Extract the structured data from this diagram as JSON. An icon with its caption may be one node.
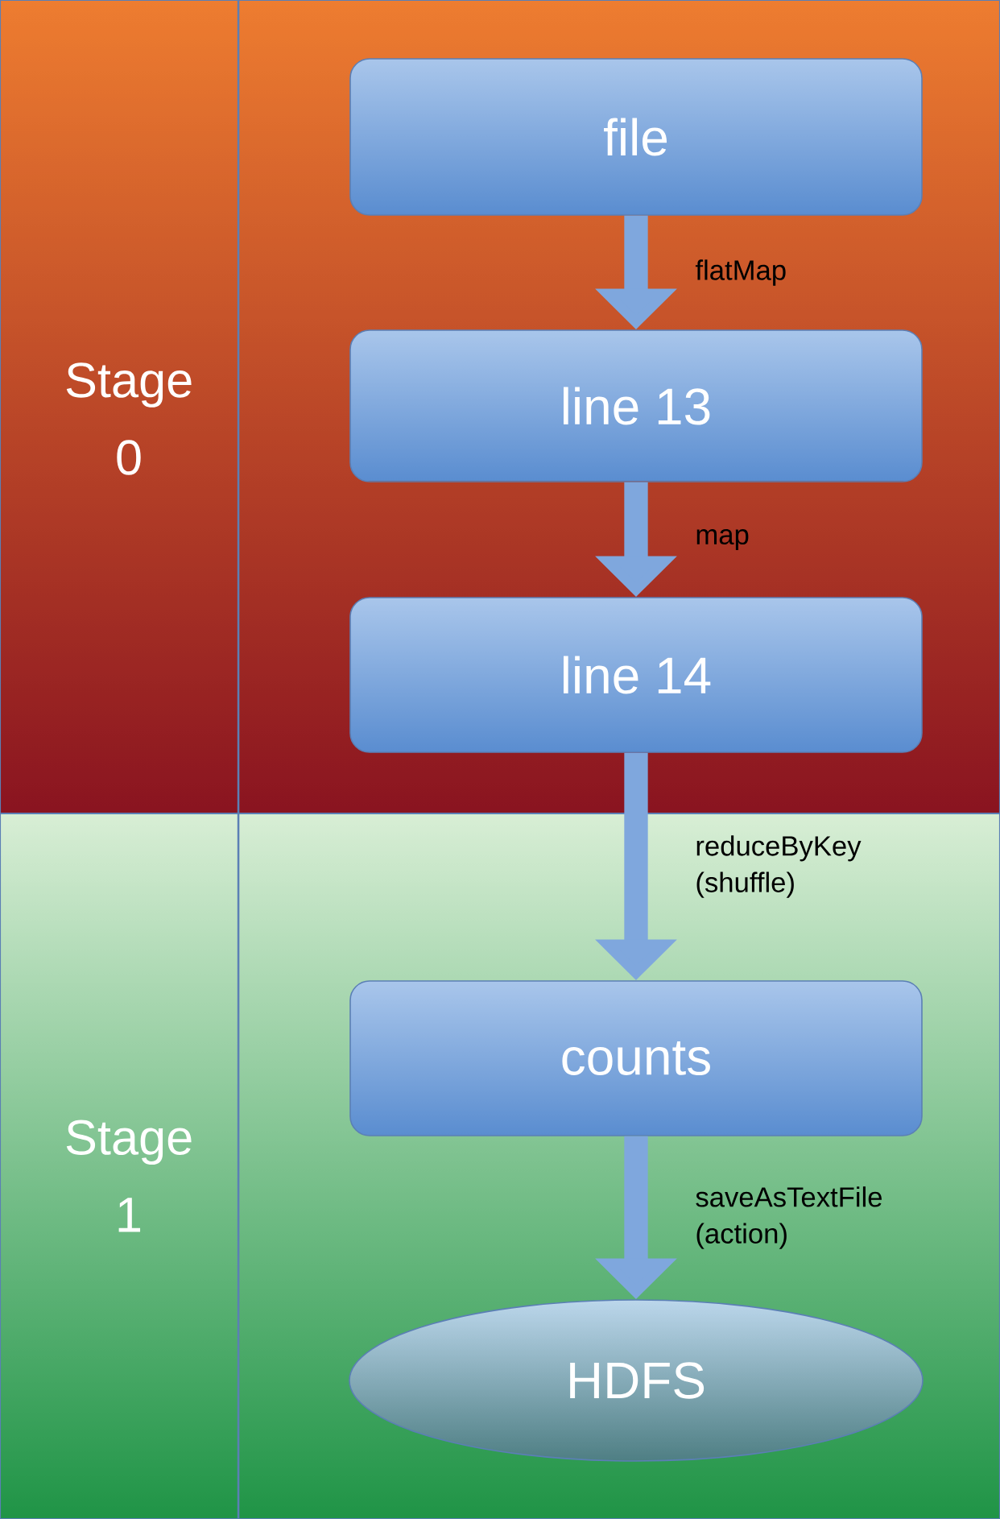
{
  "diagram": {
    "nodes": [
      {
        "text": [
          "Stage 0"
        ]
      },
      {
        "text": [
          "file"
        ],
        "in": 0
      },
      {
        "text": [
          "line 13"
        ],
        "in": 0
      },
      {
        "text": [
          "line 14"
        ],
        "in": 0
      },
      {
        "text": [
          "Stage 1"
        ]
      },
      {
        "text": [
          "counts"
        ],
        "in": 4
      },
      {
        "text": [
          "HDFS"
        ],
        "in": 4
      }
    ],
    "edges": [
      {
        "from": 1,
        "to": 2,
        "arrow": "to",
        "label": "flatMap"
      },
      {
        "from": 2,
        "to": 3,
        "arrow": "to",
        "label": "map"
      },
      {
        "from": 3,
        "to": 5,
        "arrow": "to",
        "label": "reduceByKey (shuffle)"
      },
      {
        "from": 5,
        "to": 6,
        "arrow": "to",
        "label": "saveAsTextFile (action)"
      }
    ]
  }
}
